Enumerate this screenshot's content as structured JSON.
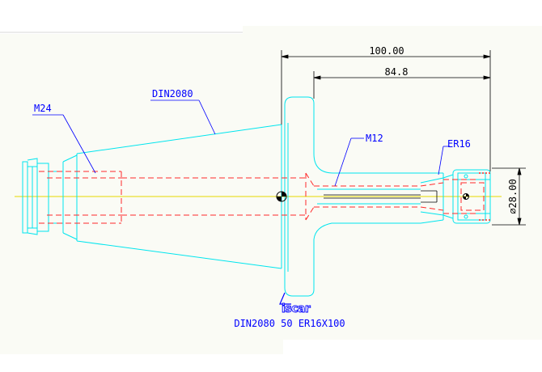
{
  "dimensions": {
    "overall_length": "100.00",
    "shank_length": "84.8",
    "outer_diameter": "⌀28.00"
  },
  "callouts": {
    "standard": "DIN2080",
    "rear_thread": "M24",
    "clamp_thread": "M12",
    "collet": "ER16"
  },
  "logo_text": "iscar",
  "part_designation": "DIN2080 50 ER16X100",
  "colors": {
    "background": "#ffffff",
    "panel": "#fafbf5",
    "outline": "#00e5ee",
    "hidden": "#ff2a2a",
    "centerline": "#e6d800",
    "leader": "#0000ff",
    "dimension": "#000000"
  }
}
